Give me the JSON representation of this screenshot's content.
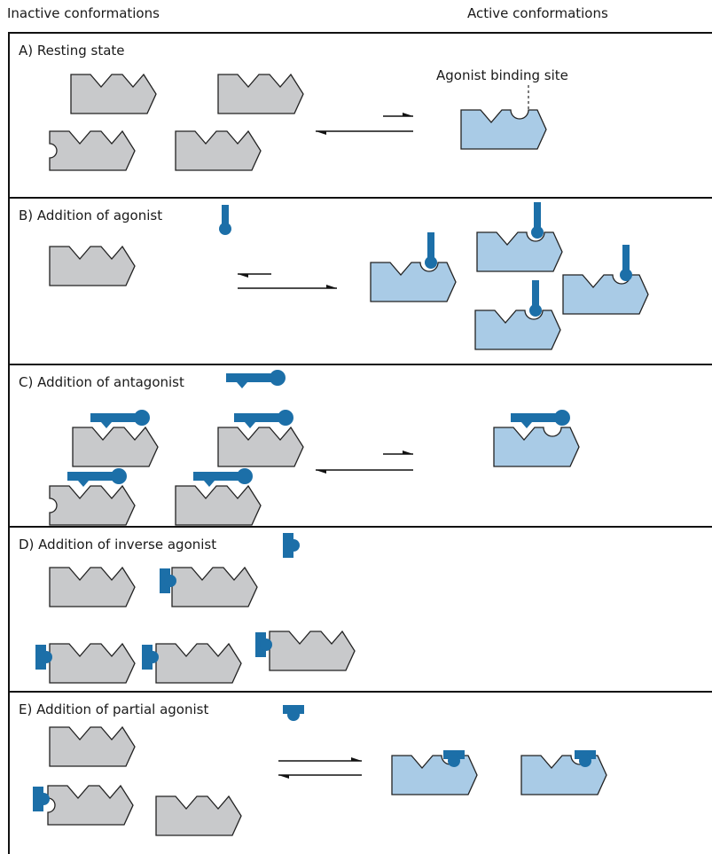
{
  "headers": {
    "inactive": "Inactive conformations",
    "active": "Active conformations"
  },
  "panels": [
    {
      "id": "A",
      "title": "A)  Resting state"
    },
    {
      "id": "B",
      "title": "B)  Addition of agonist"
    },
    {
      "id": "C",
      "title": "C)  Addition of antagonist"
    },
    {
      "id": "D",
      "title": "D)  Addition of inverse agonist"
    },
    {
      "id": "E",
      "title": "E)  Addition of partial agonist"
    }
  ],
  "annotation": "Agonist binding site",
  "colors": {
    "inactive_receptor": "#c8c9cb",
    "active_receptor": "#a9cbe6",
    "ligand": "#1c6fa8",
    "outline": "#222222"
  }
}
